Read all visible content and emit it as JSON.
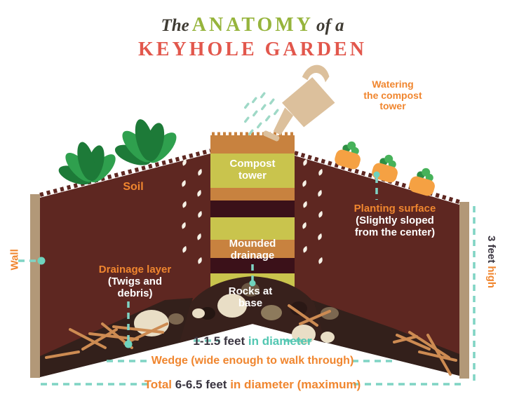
{
  "colors": {
    "accent_orange": "#f0862f",
    "teal_dash": "#7fd4c4",
    "teal_text": "#52c7b2",
    "title_green": "#96b43c",
    "title_red": "#e2574c",
    "soil_maroon": "#5e2721",
    "bottom_dark_layer": "#33201b",
    "tower_orange": "#c8823f",
    "tower_green": "#c9c44d",
    "tower_dark": "#3b1119",
    "wall_tan": "#b29878",
    "watering_can_tan": "#dcc09c",
    "dark_text": "#3a3540"
  },
  "title": {
    "prefix": "The",
    "highlight": "ANATOMY",
    "suffix": "of a",
    "line2": "KEYHOLE GARDEN"
  },
  "watering_label": {
    "line1": "Watering",
    "line2": "the compost",
    "line3": "tower"
  },
  "labels": {
    "soil": "Soil",
    "compost_tower": {
      "line1": "Compost",
      "line2": "tower"
    },
    "mounded_drainage": {
      "line1": "Mounded",
      "line2": "drainage"
    },
    "rocks_at_base": {
      "line1": "Rocks at",
      "line2": "base"
    },
    "planting_surface": {
      "line1": "Planting surface",
      "line2": "(Slightly sloped",
      "line3": "from the center)"
    },
    "drainage_layer": {
      "line1": "Drainage layer",
      "line2": "(Twigs and",
      "line3": "debris)"
    },
    "wall": "Wall",
    "wall_height": {
      "value": "3 feet ",
      "unit": "high"
    }
  },
  "measurements": {
    "tower_diameter": {
      "value": "1-1.5 feet ",
      "unit": "in diameter"
    },
    "wedge": "Wedge (wide enough to walk through)",
    "total": {
      "prefix": "Total ",
      "value": "6-6.5 feet ",
      "suffix": " in diameter (maximum)"
    }
  },
  "icons": {
    "watering_can": "watering-can",
    "water_spray": "water-spray",
    "water_drop": "water-drop",
    "leafy_plant": "leafy-plant",
    "carrot": "carrot",
    "rock": "rock",
    "twig": "twig",
    "pointer_dot": "pointer-dot"
  }
}
